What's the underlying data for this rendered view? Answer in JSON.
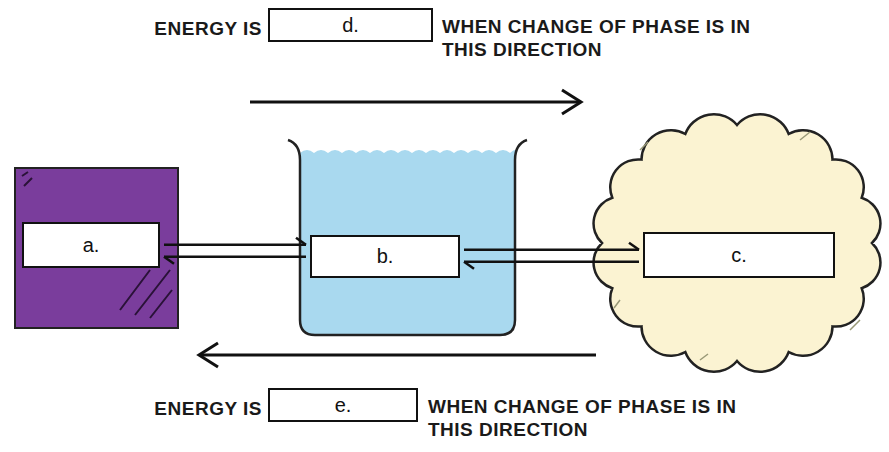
{
  "diagram": {
    "nodes": [
      {
        "text": [
          "d."
        ]
      },
      {
        "text": [
          "a."
        ]
      },
      {
        "text": [
          "b."
        ]
      },
      {
        "text": [
          "c."
        ]
      },
      {
        "text": [
          "e."
        ]
      }
    ],
    "edges": [
      {
        "from": 1,
        "to": 2,
        "arrow": "both"
      },
      {
        "from": 2,
        "to": 3,
        "arrow": "both"
      }
    ],
    "labels": [
      "ENERGY IS",
      "WHEN CHANGE OF PHASE IS IN THIS DIRECTION",
      "ENERGY IS",
      "WHEN CHANGE OF PHASE IS IN THIS DIRECTION"
    ]
  }
}
